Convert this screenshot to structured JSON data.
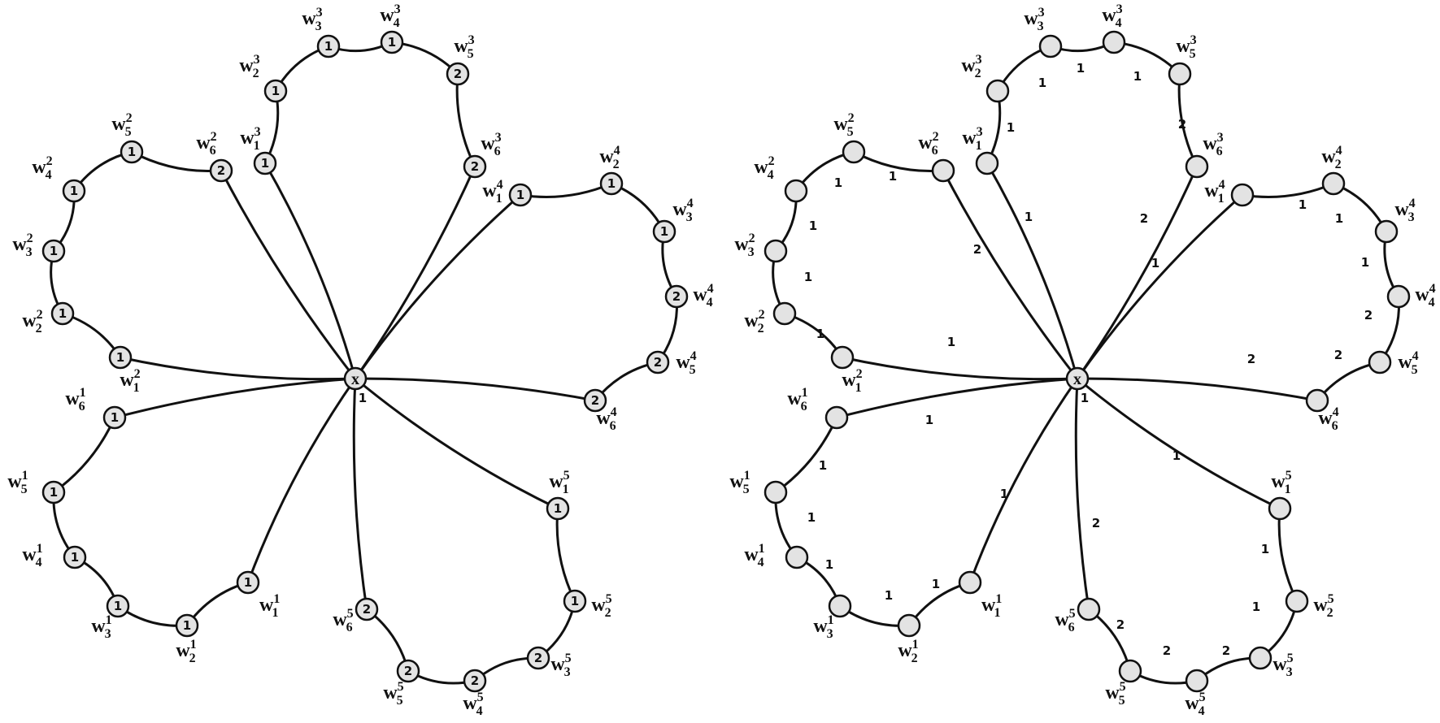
{
  "panels": [
    {
      "id": "left",
      "hub": {
        "label": "x",
        "value": "1"
      },
      "petals": [
        {
          "id": 1,
          "values": [
            "1",
            "1",
            "1",
            "1",
            "1",
            "1"
          ]
        },
        {
          "id": 2,
          "values": [
            "1",
            "1",
            "1",
            "1",
            "1",
            "2"
          ]
        },
        {
          "id": 3,
          "values": [
            "1",
            "1",
            "1",
            "1",
            "2",
            "2"
          ]
        },
        {
          "id": 4,
          "values": [
            "1",
            "1",
            "1",
            "2",
            "2",
            "2"
          ]
        },
        {
          "id": 5,
          "values": [
            "1",
            "1",
            "2",
            "2",
            "2",
            "2"
          ]
        }
      ]
    },
    {
      "id": "right",
      "hub": {
        "label": "x",
        "value": "1"
      },
      "petals": [
        {
          "id": 1,
          "edge_labels": [
            "1",
            "1",
            "1",
            "1",
            "1",
            "1",
            "1"
          ]
        },
        {
          "id": 2,
          "edge_labels": [
            "1",
            "1",
            "1",
            "1",
            "1",
            "1",
            "2"
          ]
        },
        {
          "id": 3,
          "edge_labels": [
            "1",
            "1",
            "1",
            "1",
            "1",
            "2",
            "2"
          ]
        },
        {
          "id": 4,
          "edge_labels": [
            "1",
            "1",
            "1",
            "1",
            "2",
            "2",
            "2"
          ]
        },
        {
          "id": 5,
          "edge_labels": [
            "1",
            "1",
            "1",
            "2",
            "2",
            "2",
            "2"
          ]
        }
      ]
    }
  ],
  "vertex_letter": "w"
}
